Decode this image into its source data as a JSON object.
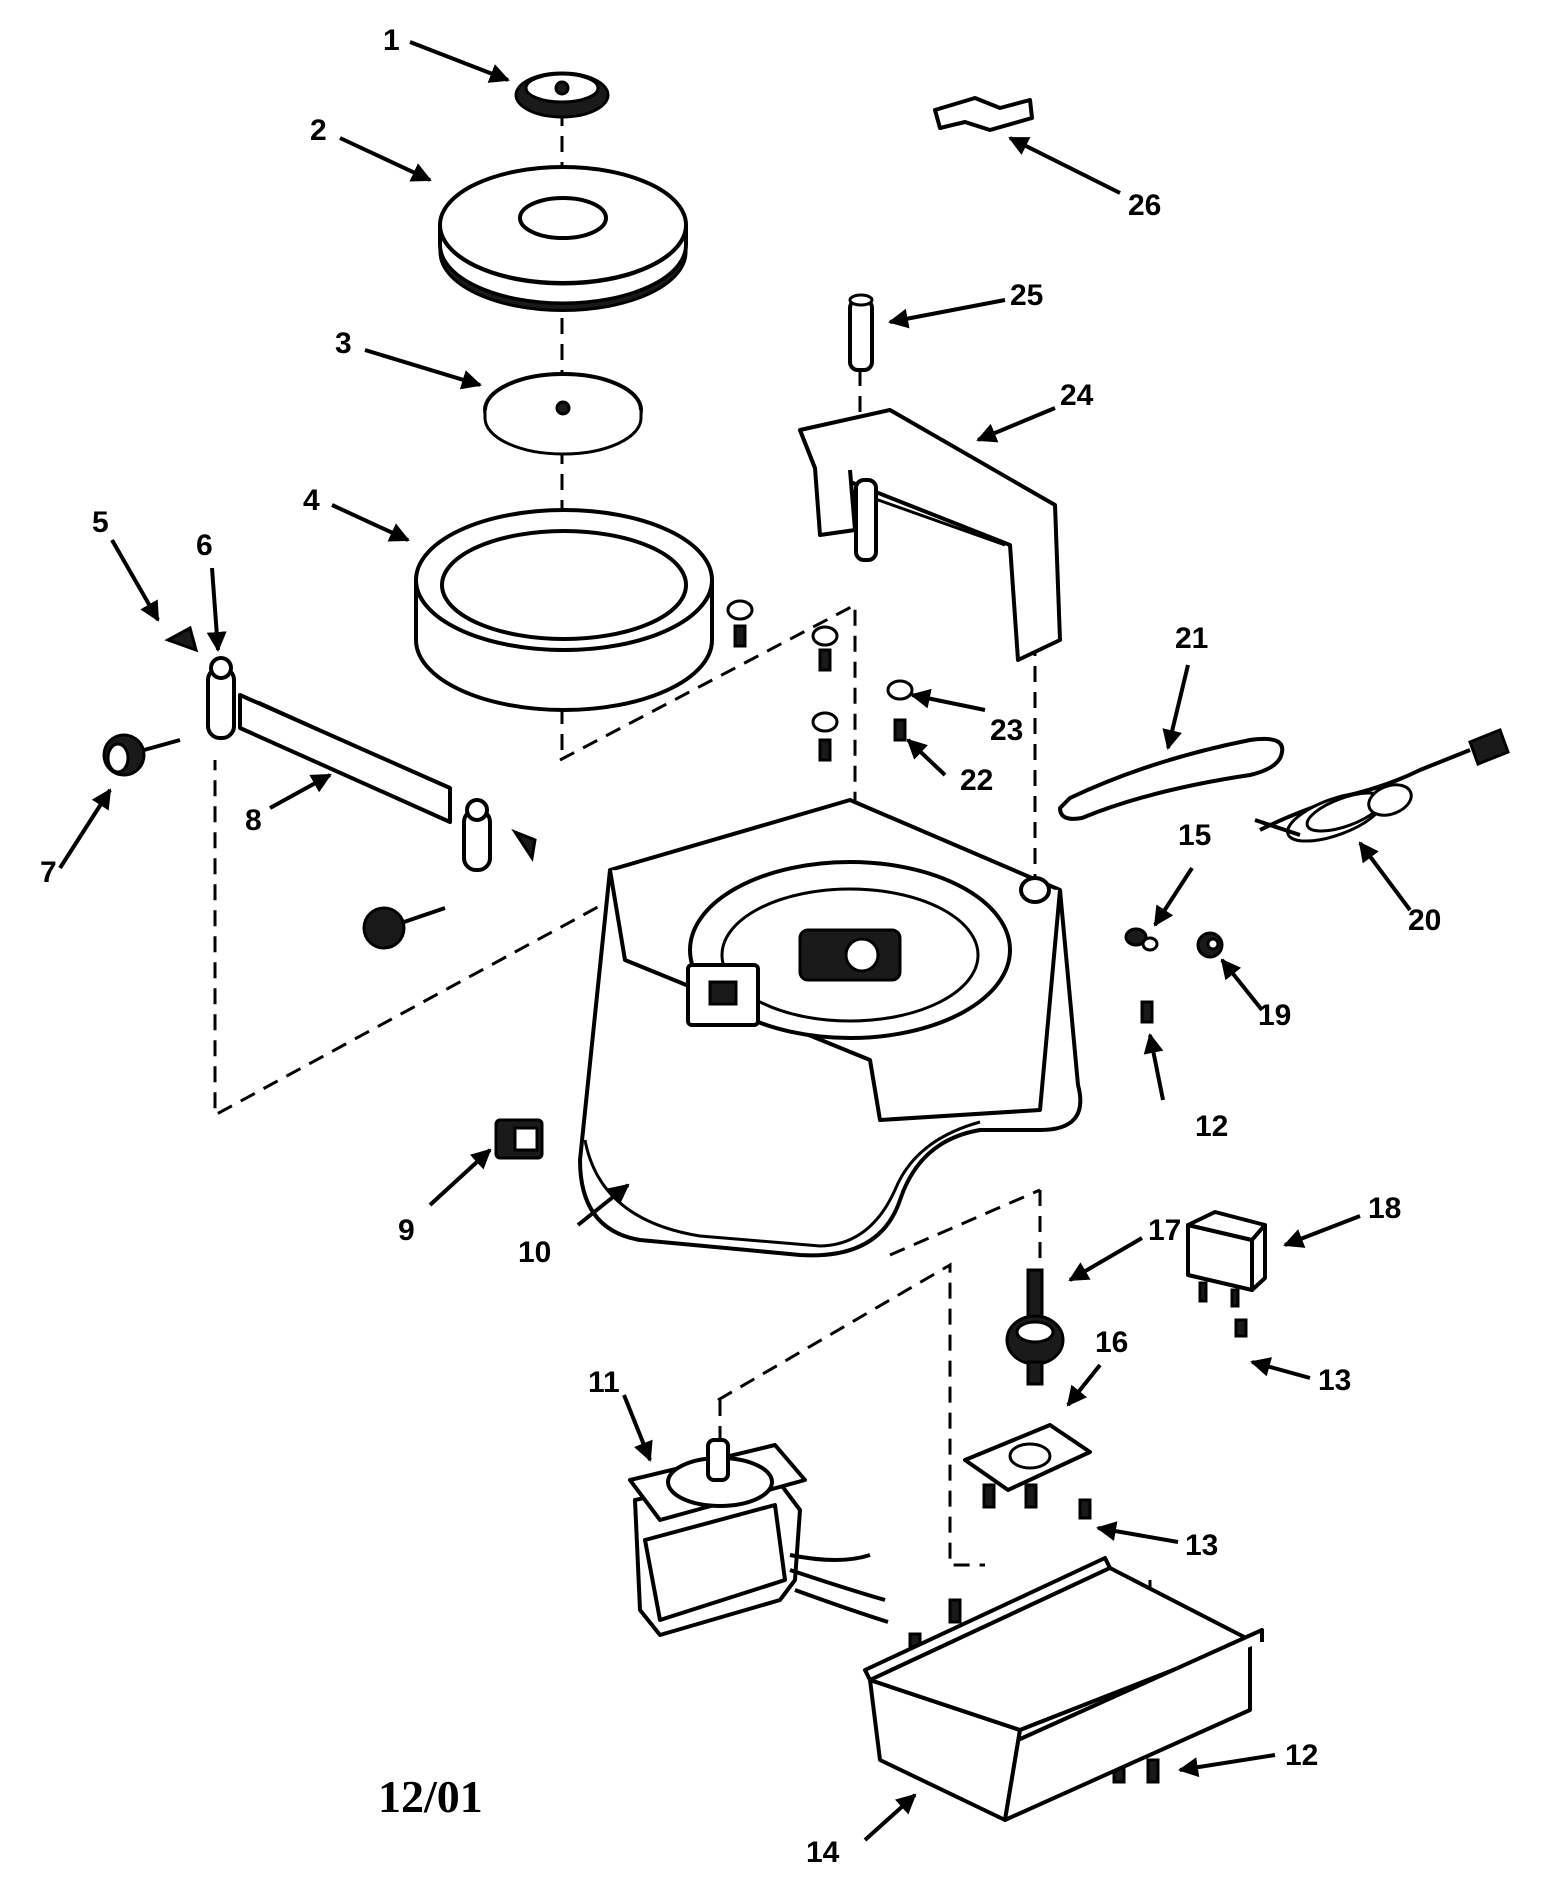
{
  "diagram": {
    "callouts": [
      "1",
      "2",
      "3",
      "4",
      "5",
      "6",
      "7",
      "8",
      "9",
      "10",
      "11",
      "12",
      "13",
      "14",
      "15",
      "16",
      "17",
      "18",
      "19",
      "20",
      "21",
      "22",
      "23",
      "24",
      "25",
      "26"
    ],
    "date_code": "12/01"
  }
}
